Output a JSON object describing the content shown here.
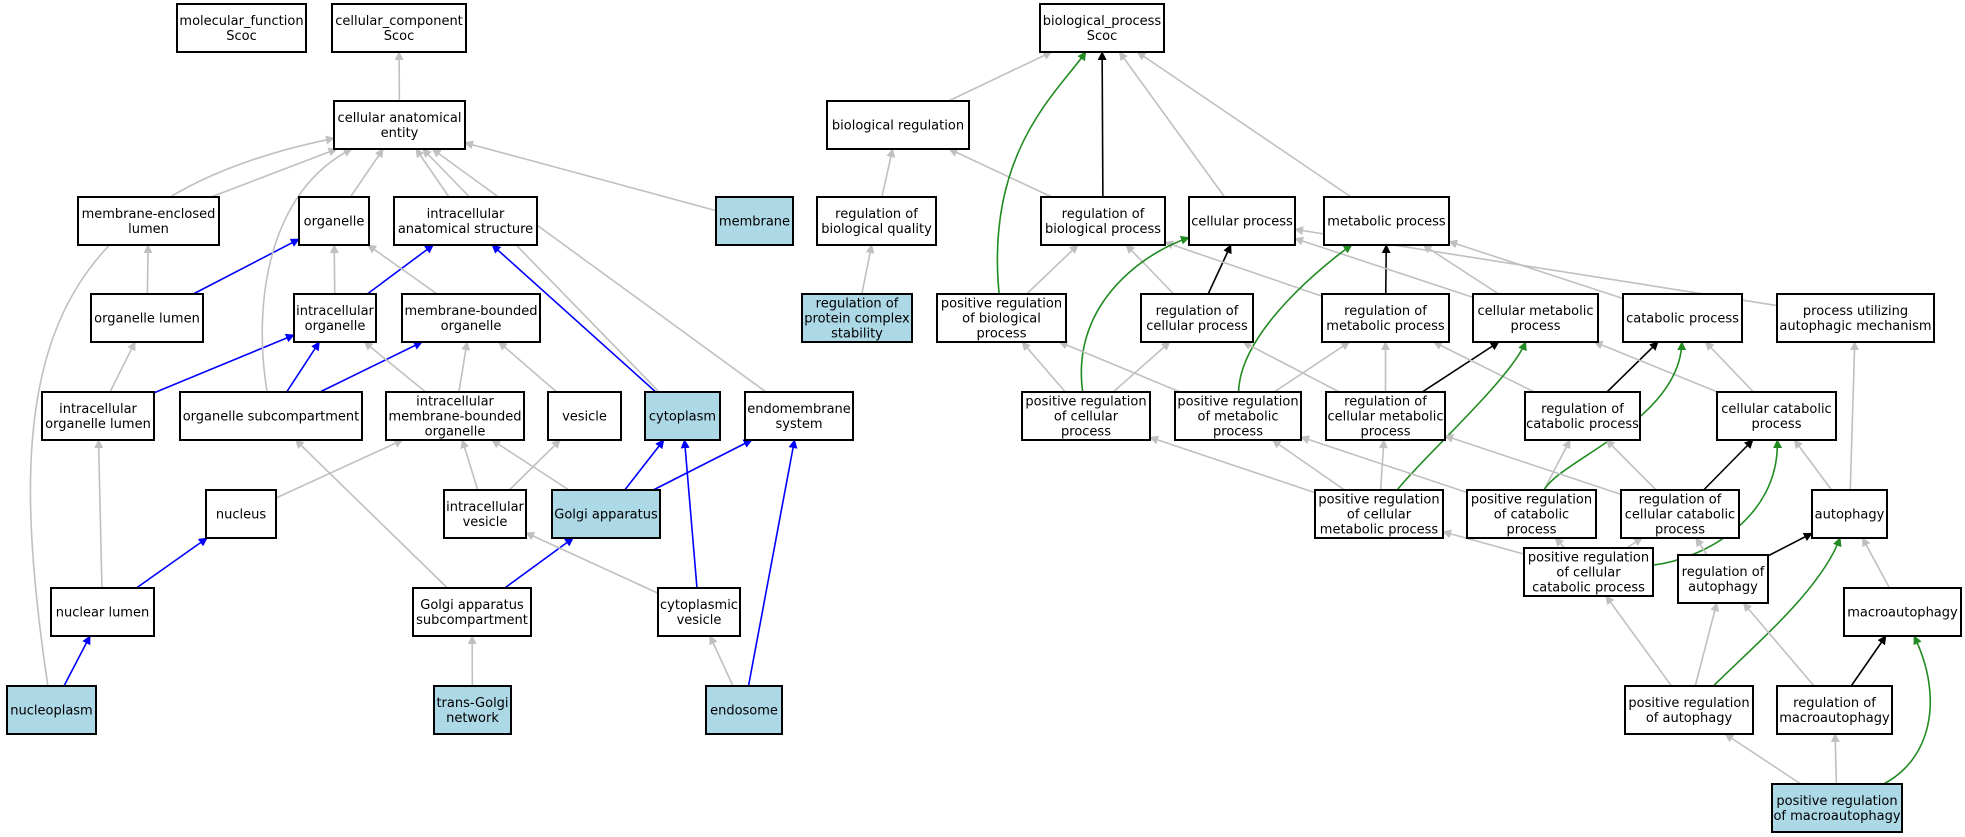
{
  "colors": {
    "plain_fill": "#ffffff",
    "highlight_fill": "#add8e6",
    "edge_is_a": "#c0c0c0",
    "edge_part_of": "#0000ff",
    "edge_regulates": "#000000",
    "edge_positively_regulates": "#228b22"
  },
  "nodes": [
    {
      "id": "molecular_function",
      "lines": [
        "molecular_function",
        "Scoc"
      ],
      "highlight": false
    },
    {
      "id": "cellular_component",
      "lines": [
        "cellular_component",
        "Scoc"
      ],
      "highlight": false
    },
    {
      "id": "cellular_anatomical_entity",
      "lines": [
        "cellular anatomical",
        "entity"
      ],
      "highlight": false
    },
    {
      "id": "membrane_enclosed_lumen",
      "lines": [
        "membrane-enclosed",
        "lumen"
      ],
      "highlight": false
    },
    {
      "id": "organelle",
      "lines": [
        "organelle"
      ],
      "highlight": false
    },
    {
      "id": "intracellular_anatomical_structure",
      "lines": [
        "intracellular",
        "anatomical structure"
      ],
      "highlight": false
    },
    {
      "id": "membrane",
      "lines": [
        "membrane"
      ],
      "highlight": true
    },
    {
      "id": "organelle_lumen",
      "lines": [
        "organelle lumen"
      ],
      "highlight": false
    },
    {
      "id": "intracellular_organelle",
      "lines": [
        "intracellular",
        "organelle"
      ],
      "highlight": false
    },
    {
      "id": "membrane_bounded_organelle",
      "lines": [
        "membrane-bounded",
        "organelle"
      ],
      "highlight": false
    },
    {
      "id": "intracellular_organelle_lumen",
      "lines": [
        "intracellular",
        "organelle lumen"
      ],
      "highlight": false
    },
    {
      "id": "organelle_subcompartment",
      "lines": [
        "organelle subcompartment"
      ],
      "highlight": false
    },
    {
      "id": "intracellular_membrane_bounded_organelle",
      "lines": [
        "intracellular",
        "membrane-bounded",
        "organelle"
      ],
      "highlight": false
    },
    {
      "id": "vesicle",
      "lines": [
        "vesicle"
      ],
      "highlight": false
    },
    {
      "id": "cytoplasm",
      "lines": [
        "cytoplasm"
      ],
      "highlight": true
    },
    {
      "id": "endomembrane_system",
      "lines": [
        "endomembrane",
        "system"
      ],
      "highlight": false
    },
    {
      "id": "nucleus",
      "lines": [
        "nucleus"
      ],
      "highlight": false
    },
    {
      "id": "intracellular_vesicle",
      "lines": [
        "intracellular",
        "vesicle"
      ],
      "highlight": false
    },
    {
      "id": "golgi_apparatus",
      "lines": [
        "Golgi apparatus"
      ],
      "highlight": true
    },
    {
      "id": "nuclear_lumen",
      "lines": [
        "nuclear lumen"
      ],
      "highlight": false
    },
    {
      "id": "golgi_apparatus_subcompartment",
      "lines": [
        "Golgi apparatus",
        "subcompartment"
      ],
      "highlight": false
    },
    {
      "id": "cytoplasmic_vesicle",
      "lines": [
        "cytoplasmic",
        "vesicle"
      ],
      "highlight": false
    },
    {
      "id": "nucleoplasm",
      "lines": [
        "nucleoplasm"
      ],
      "highlight": true
    },
    {
      "id": "trans_golgi_network",
      "lines": [
        "trans-Golgi",
        "network"
      ],
      "highlight": true
    },
    {
      "id": "endosome",
      "lines": [
        "endosome"
      ],
      "highlight": true
    },
    {
      "id": "biological_process",
      "lines": [
        "biological_process",
        "Scoc"
      ],
      "highlight": false
    },
    {
      "id": "biological_regulation",
      "lines": [
        "biological regulation"
      ],
      "highlight": false
    },
    {
      "id": "regulation_of_biological_quality",
      "lines": [
        "regulation of",
        "biological quality"
      ],
      "highlight": false
    },
    {
      "id": "regulation_of_protein_complex_stability",
      "lines": [
        "regulation of",
        "protein complex",
        "stability"
      ],
      "highlight": true
    },
    {
      "id": "regulation_of_biological_process",
      "lines": [
        "regulation of",
        "biological process"
      ],
      "highlight": false
    },
    {
      "id": "cellular_process",
      "lines": [
        "cellular process"
      ],
      "highlight": false
    },
    {
      "id": "metabolic_process",
      "lines": [
        "metabolic process"
      ],
      "highlight": false
    },
    {
      "id": "positive_regulation_of_biological_process",
      "lines": [
        "positive regulation",
        "of biological",
        "process"
      ],
      "highlight": false
    },
    {
      "id": "regulation_of_cellular_process",
      "lines": [
        "regulation of",
        "cellular process"
      ],
      "highlight": false
    },
    {
      "id": "regulation_of_metabolic_process",
      "lines": [
        "regulation of",
        "metabolic process"
      ],
      "highlight": false
    },
    {
      "id": "cellular_metabolic_process",
      "lines": [
        "cellular metabolic",
        "process"
      ],
      "highlight": false
    },
    {
      "id": "catabolic_process",
      "lines": [
        "catabolic process"
      ],
      "highlight": false
    },
    {
      "id": "process_utilizing_autophagic_mechanism",
      "lines": [
        "process utilizing",
        "autophagic mechanism"
      ],
      "highlight": false
    },
    {
      "id": "positive_regulation_of_cellular_process",
      "lines": [
        "positive regulation",
        "of cellular",
        "process"
      ],
      "highlight": false
    },
    {
      "id": "positive_regulation_of_metabolic_process",
      "lines": [
        "positive regulation",
        "of metabolic",
        "process"
      ],
      "highlight": false
    },
    {
      "id": "regulation_of_cellular_metabolic_process",
      "lines": [
        "regulation of",
        "cellular metabolic",
        "process"
      ],
      "highlight": false
    },
    {
      "id": "regulation_of_catabolic_process",
      "lines": [
        "regulation of",
        "catabolic process"
      ],
      "highlight": false
    },
    {
      "id": "cellular_catabolic_process",
      "lines": [
        "cellular catabolic",
        "process"
      ],
      "highlight": false
    },
    {
      "id": "positive_regulation_of_cellular_metabolic_process",
      "lines": [
        "positive regulation",
        "of cellular",
        "metabolic process"
      ],
      "highlight": false
    },
    {
      "id": "positive_regulation_of_catabolic_process",
      "lines": [
        "positive regulation",
        "of catabolic",
        "process"
      ],
      "highlight": false
    },
    {
      "id": "regulation_of_cellular_catabolic_process",
      "lines": [
        "regulation of",
        "cellular catabolic",
        "process"
      ],
      "highlight": false
    },
    {
      "id": "autophagy",
      "lines": [
        "autophagy"
      ],
      "highlight": false
    },
    {
      "id": "positive_regulation_of_cellular_catabolic_process",
      "lines": [
        "positive regulation",
        "of cellular",
        "catabolic process"
      ],
      "highlight": false
    },
    {
      "id": "regulation_of_autophagy",
      "lines": [
        "regulation of",
        "autophagy"
      ],
      "highlight": false
    },
    {
      "id": "macroautophagy",
      "lines": [
        "macroautophagy"
      ],
      "highlight": false
    },
    {
      "id": "positive_regulation_of_autophagy",
      "lines": [
        "positive regulation",
        "of autophagy"
      ],
      "highlight": false
    },
    {
      "id": "regulation_of_macroautophagy",
      "lines": [
        "regulation of",
        "macroautophagy"
      ],
      "highlight": false
    },
    {
      "id": "positive_regulation_of_macroautophagy",
      "lines": [
        "positive regulation",
        "of macroautophagy"
      ],
      "highlight": true
    }
  ],
  "edges": [
    {
      "from": "cellular_anatomical_entity",
      "to": "cellular_component",
      "kind": "is_a"
    },
    {
      "from": "membrane_enclosed_lumen",
      "to": "cellular_anatomical_entity",
      "kind": "is_a"
    },
    {
      "from": "organelle",
      "to": "cellular_anatomical_entity",
      "kind": "is_a"
    },
    {
      "from": "intracellular_anatomical_structure",
      "to": "cellular_anatomical_entity",
      "kind": "is_a"
    },
    {
      "from": "membrane",
      "to": "cellular_anatomical_entity",
      "kind": "is_a"
    },
    {
      "from": "organelle_lumen",
      "to": "membrane_enclosed_lumen",
      "kind": "is_a"
    },
    {
      "from": "organelle_lumen",
      "to": "organelle",
      "kind": "part_of"
    },
    {
      "from": "intracellular_organelle",
      "to": "organelle",
      "kind": "is_a"
    },
    {
      "from": "intracellular_organelle",
      "to": "intracellular_anatomical_structure",
      "kind": "part_of"
    },
    {
      "from": "membrane_bounded_organelle",
      "to": "organelle",
      "kind": "is_a"
    },
    {
      "from": "intracellular_organelle_lumen",
      "to": "organelle_lumen",
      "kind": "is_a"
    },
    {
      "from": "intracellular_organelle_lumen",
      "to": "intracellular_organelle",
      "kind": "part_of"
    },
    {
      "from": "organelle_subcompartment",
      "to": "cellular_anatomical_entity",
      "kind": "is_a"
    },
    {
      "from": "organelle_subcompartment",
      "to": "intracellular_organelle",
      "kind": "part_of"
    },
    {
      "from": "organelle_subcompartment",
      "to": "membrane_bounded_organelle",
      "kind": "part_of"
    },
    {
      "from": "intracellular_membrane_bounded_organelle",
      "to": "intracellular_organelle",
      "kind": "is_a"
    },
    {
      "from": "intracellular_membrane_bounded_organelle",
      "to": "membrane_bounded_organelle",
      "kind": "is_a"
    },
    {
      "from": "vesicle",
      "to": "membrane_bounded_organelle",
      "kind": "is_a"
    },
    {
      "from": "cytoplasm",
      "to": "cellular_anatomical_entity",
      "kind": "is_a"
    },
    {
      "from": "cytoplasm",
      "to": "intracellular_anatomical_structure",
      "kind": "part_of"
    },
    {
      "from": "endomembrane_system",
      "to": "cellular_anatomical_entity",
      "kind": "is_a"
    },
    {
      "from": "nucleus",
      "to": "intracellular_membrane_bounded_organelle",
      "kind": "is_a"
    },
    {
      "from": "intracellular_vesicle",
      "to": "intracellular_membrane_bounded_organelle",
      "kind": "is_a"
    },
    {
      "from": "intracellular_vesicle",
      "to": "vesicle",
      "kind": "is_a"
    },
    {
      "from": "golgi_apparatus",
      "to": "intracellular_membrane_bounded_organelle",
      "kind": "is_a"
    },
    {
      "from": "golgi_apparatus",
      "to": "cytoplasm",
      "kind": "part_of"
    },
    {
      "from": "golgi_apparatus",
      "to": "endomembrane_system",
      "kind": "part_of"
    },
    {
      "from": "nuclear_lumen",
      "to": "intracellular_organelle_lumen",
      "kind": "is_a"
    },
    {
      "from": "nuclear_lumen",
      "to": "nucleus",
      "kind": "part_of"
    },
    {
      "from": "golgi_apparatus_subcompartment",
      "to": "organelle_subcompartment",
      "kind": "is_a"
    },
    {
      "from": "golgi_apparatus_subcompartment",
      "to": "golgi_apparatus",
      "kind": "part_of"
    },
    {
      "from": "cytoplasmic_vesicle",
      "to": "intracellular_vesicle",
      "kind": "is_a"
    },
    {
      "from": "cytoplasmic_vesicle",
      "to": "cytoplasm",
      "kind": "part_of"
    },
    {
      "from": "nucleoplasm",
      "to": "cellular_anatomical_entity",
      "kind": "is_a"
    },
    {
      "from": "nucleoplasm",
      "to": "nuclear_lumen",
      "kind": "part_of"
    },
    {
      "from": "trans_golgi_network",
      "to": "golgi_apparatus_subcompartment",
      "kind": "is_a"
    },
    {
      "from": "endosome",
      "to": "cytoplasmic_vesicle",
      "kind": "is_a"
    },
    {
      "from": "endosome",
      "to": "endomembrane_system",
      "kind": "part_of"
    },
    {
      "from": "biological_regulation",
      "to": "biological_process",
      "kind": "is_a"
    },
    {
      "from": "regulation_of_biological_quality",
      "to": "biological_regulation",
      "kind": "is_a"
    },
    {
      "from": "regulation_of_protein_complex_stability",
      "to": "regulation_of_biological_quality",
      "kind": "is_a"
    },
    {
      "from": "regulation_of_biological_process",
      "to": "biological_regulation",
      "kind": "is_a"
    },
    {
      "from": "regulation_of_biological_process",
      "to": "biological_process",
      "kind": "regulates"
    },
    {
      "from": "cellular_process",
      "to": "biological_process",
      "kind": "is_a"
    },
    {
      "from": "metabolic_process",
      "to": "biological_process",
      "kind": "is_a"
    },
    {
      "from": "positive_regulation_of_biological_process",
      "to": "regulation_of_biological_process",
      "kind": "is_a"
    },
    {
      "from": "positive_regulation_of_biological_process",
      "to": "biological_process",
      "kind": "positively_regulates"
    },
    {
      "from": "regulation_of_cellular_process",
      "to": "regulation_of_biological_process",
      "kind": "is_a"
    },
    {
      "from": "regulation_of_cellular_process",
      "to": "cellular_process",
      "kind": "regulates"
    },
    {
      "from": "regulation_of_metabolic_process",
      "to": "regulation_of_biological_process",
      "kind": "is_a"
    },
    {
      "from": "regulation_of_metabolic_process",
      "to": "metabolic_process",
      "kind": "regulates"
    },
    {
      "from": "cellular_metabolic_process",
      "to": "cellular_process",
      "kind": "is_a"
    },
    {
      "from": "cellular_metabolic_process",
      "to": "metabolic_process",
      "kind": "is_a"
    },
    {
      "from": "catabolic_process",
      "to": "metabolic_process",
      "kind": "is_a"
    },
    {
      "from": "process_utilizing_autophagic_mechanism",
      "to": "cellular_process",
      "kind": "is_a"
    },
    {
      "from": "positive_regulation_of_cellular_process",
      "to": "positive_regulation_of_biological_process",
      "kind": "is_a"
    },
    {
      "from": "positive_regulation_of_cellular_process",
      "to": "regulation_of_cellular_process",
      "kind": "is_a"
    },
    {
      "from": "positive_regulation_of_cellular_process",
      "to": "cellular_process",
      "kind": "positively_regulates"
    },
    {
      "from": "positive_regulation_of_metabolic_process",
      "to": "positive_regulation_of_biological_process",
      "kind": "is_a"
    },
    {
      "from": "positive_regulation_of_metabolic_process",
      "to": "regulation_of_metabolic_process",
      "kind": "is_a"
    },
    {
      "from": "positive_regulation_of_metabolic_process",
      "to": "metabolic_process",
      "kind": "positively_regulates"
    },
    {
      "from": "regulation_of_cellular_metabolic_process",
      "to": "regulation_of_cellular_process",
      "kind": "is_a"
    },
    {
      "from": "regulation_of_cellular_metabolic_process",
      "to": "regulation_of_metabolic_process",
      "kind": "is_a"
    },
    {
      "from": "regulation_of_cellular_metabolic_process",
      "to": "cellular_metabolic_process",
      "kind": "regulates"
    },
    {
      "from": "regulation_of_catabolic_process",
      "to": "regulation_of_metabolic_process",
      "kind": "is_a"
    },
    {
      "from": "regulation_of_catabolic_process",
      "to": "catabolic_process",
      "kind": "regulates"
    },
    {
      "from": "cellular_catabolic_process",
      "to": "cellular_metabolic_process",
      "kind": "is_a"
    },
    {
      "from": "cellular_catabolic_process",
      "to": "catabolic_process",
      "kind": "is_a"
    },
    {
      "from": "positive_regulation_of_cellular_metabolic_process",
      "to": "positive_regulation_of_cellular_process",
      "kind": "is_a"
    },
    {
      "from": "positive_regulation_of_cellular_metabolic_process",
      "to": "positive_regulation_of_metabolic_process",
      "kind": "is_a"
    },
    {
      "from": "positive_regulation_of_cellular_metabolic_process",
      "to": "regulation_of_cellular_metabolic_process",
      "kind": "is_a"
    },
    {
      "from": "positive_regulation_of_cellular_metabolic_process",
      "to": "cellular_metabolic_process",
      "kind": "positively_regulates"
    },
    {
      "from": "positive_regulation_of_catabolic_process",
      "to": "positive_regulation_of_metabolic_process",
      "kind": "is_a"
    },
    {
      "from": "positive_regulation_of_catabolic_process",
      "to": "regulation_of_catabolic_process",
      "kind": "is_a"
    },
    {
      "from": "positive_regulation_of_catabolic_process",
      "to": "catabolic_process",
      "kind": "positively_regulates"
    },
    {
      "from": "regulation_of_cellular_catabolic_process",
      "to": "regulation_of_cellular_metabolic_process",
      "kind": "is_a"
    },
    {
      "from": "regulation_of_cellular_catabolic_process",
      "to": "regulation_of_catabolic_process",
      "kind": "is_a"
    },
    {
      "from": "regulation_of_cellular_catabolic_process",
      "to": "cellular_catabolic_process",
      "kind": "regulates"
    },
    {
      "from": "autophagy",
      "to": "process_utilizing_autophagic_mechanism",
      "kind": "is_a"
    },
    {
      "from": "autophagy",
      "to": "cellular_catabolic_process",
      "kind": "is_a"
    },
    {
      "from": "positive_regulation_of_cellular_catabolic_process",
      "to": "positive_regulation_of_cellular_metabolic_process",
      "kind": "is_a"
    },
    {
      "from": "positive_regulation_of_cellular_catabolic_process",
      "to": "positive_regulation_of_catabolic_process",
      "kind": "is_a"
    },
    {
      "from": "positive_regulation_of_cellular_catabolic_process",
      "to": "regulation_of_cellular_catabolic_process",
      "kind": "is_a"
    },
    {
      "from": "positive_regulation_of_cellular_catabolic_process",
      "to": "cellular_catabolic_process",
      "kind": "positively_regulates"
    },
    {
      "from": "regulation_of_autophagy",
      "to": "regulation_of_cellular_catabolic_process",
      "kind": "is_a"
    },
    {
      "from": "regulation_of_autophagy",
      "to": "autophagy",
      "kind": "regulates"
    },
    {
      "from": "macroautophagy",
      "to": "autophagy",
      "kind": "is_a"
    },
    {
      "from": "positive_regulation_of_autophagy",
      "to": "positive_regulation_of_cellular_catabolic_process",
      "kind": "is_a"
    },
    {
      "from": "positive_regulation_of_autophagy",
      "to": "regulation_of_autophagy",
      "kind": "is_a"
    },
    {
      "from": "positive_regulation_of_autophagy",
      "to": "autophagy",
      "kind": "positively_regulates"
    },
    {
      "from": "regulation_of_macroautophagy",
      "to": "regulation_of_autophagy",
      "kind": "is_a"
    },
    {
      "from": "regulation_of_macroautophagy",
      "to": "macroautophagy",
      "kind": "regulates"
    },
    {
      "from": "positive_regulation_of_macroautophagy",
      "to": "positive_regulation_of_autophagy",
      "kind": "is_a"
    },
    {
      "from": "positive_regulation_of_macroautophagy",
      "to": "regulation_of_macroautophagy",
      "kind": "is_a"
    },
    {
      "from": "positive_regulation_of_macroautophagy",
      "to": "macroautophagy",
      "kind": "positively_regulates"
    }
  ]
}
